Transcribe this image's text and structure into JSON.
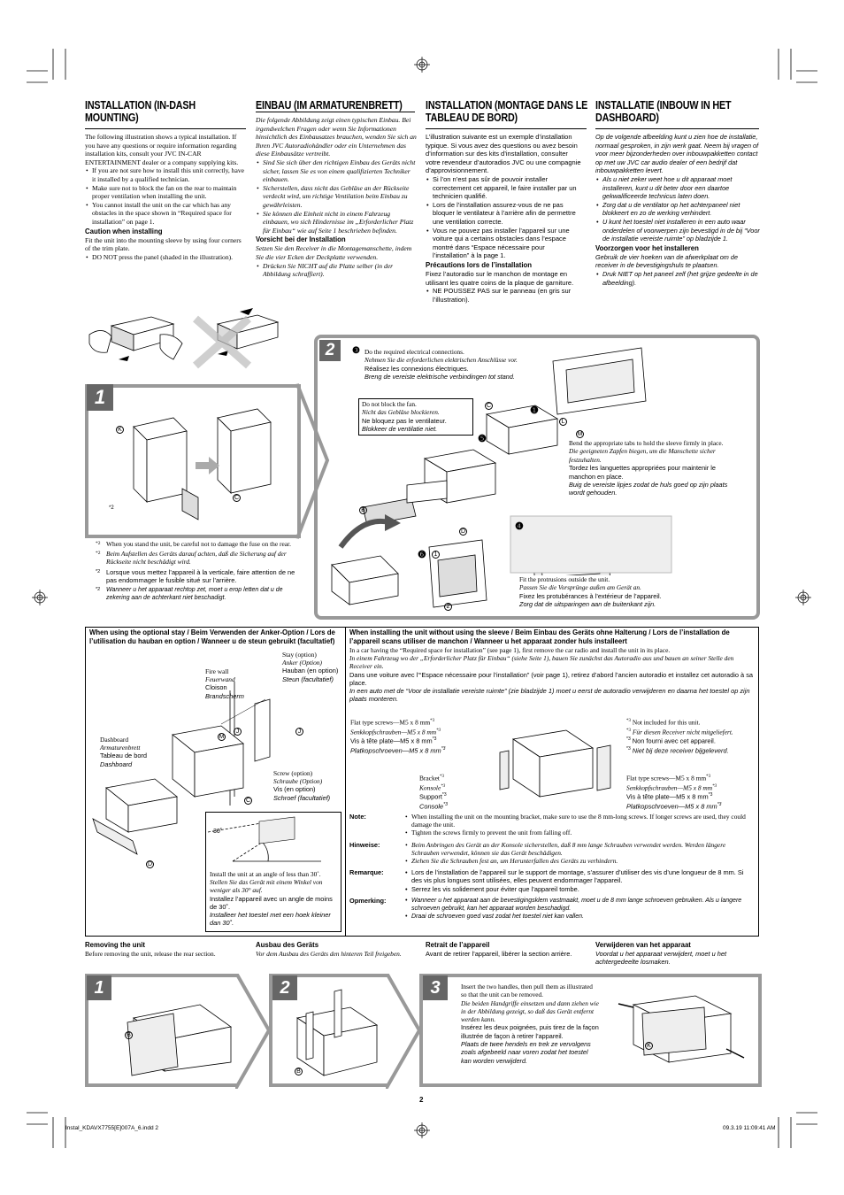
{
  "headings": {
    "en": "INSTALLATION (IN-DASH MOUNTING)",
    "de": "EINBAU (IM ARMATURENBRETT)",
    "fr": "INSTALLATION (MONTAGE DANS LE TABLEAU DE BORD)",
    "nl": "INSTALLATIE (INBOUW IN HET DASHBOARD)"
  },
  "col_en": {
    "intro": "The following illustration shows a typical installation. If you have any questions or require information regarding installation kits, consult your JVC IN-CAR ENTERTAINMENT dealer or a company supplying kits.",
    "b1": "If you are not sure how to install this unit correctly, have it installed by a qualified technician.",
    "b2": "Make sure not to block the fan on the rear to maintain proper ventilation when installing the unit.",
    "b3": "You cannot install the unit on the car which has any obstacles in the space shown in “Required space for installation” on page 1.",
    "caution_title": "Caution when installing",
    "caution": "Fit the unit into the mounting sleeve by using four corners of the trim plate.",
    "b4": "DO NOT press the panel (shaded in the illustration)."
  },
  "col_de": {
    "intro": "Die folgende Abbildung zeigt einen typischen Einbau. Bei irgendwelchen Fragen oder wenn Sie Informationen hinsichtlich des Einbausatzes brauchen, wenden Sie sich an Ihren JVC Autoradiohändler oder ein Unternehmen das diese Einbausätze vertreibt.",
    "b1": "Sind Sie sich über den richtigen Einbau des Geräts nicht sicher, lassen Sie es von einem qualifizierten Techniker einbauen.",
    "b2": "Sicherstellen, dass nicht das Gebläse an der Rückseite verdeckt wird, um richtige Ventilation beim Einbau zu gewährleisten.",
    "b3": "Sie können die Einheit nicht in einem Fahrzeug einbauen, wo sich Hindernisse im „Erforderlicher Platz für Einbau“ wie auf Seite 1 beschrieben befinden.",
    "caution_title": "Vorsicht bei der Installation",
    "caution": "Setzen Sie den Receiver in die Montagemanschette, indem Sie die vier Ecken der Deckplatte verwenden.",
    "b4": "Drücken Sie NICHT auf die Platte selber (in der Abbildung schraffiert)."
  },
  "col_fr": {
    "intro": "L’illustration suivante est un exemple d’installation typique. Si vous avez des questions ou avez besoin d’information sur des kits d’installation, consulter votre revendeur d’autoradios JVC ou une compagnie d’approvisionnement.",
    "b1": "Si l’on n’est pas sûr de pouvoir installer correctement cet appareil, le faire installer par un technicien qualifié.",
    "b2": "Lors de l’installation assurez-vous de ne pas bloquer le ventilateur à l’arrière afin de permettre une ventilation correcte.",
    "b3": "Vous ne pouvez pas installer l’appareil sur une voiture qui a certains obstacles dans l’espace montré dans “Espace nécessaire pour l’installation” à la page 1.",
    "caution_title": "Précautions lors de l’installation",
    "caution": "Fixez l’autoradio sur le manchon de montage en utilisant les quatre coins de la plaque de garniture.",
    "b4": "NE POUSSEZ PAS sur le panneau (en gris sur l’illustration)."
  },
  "col_nl": {
    "intro": "Op de volgende afbeelding kunt u zien hoe de installatie, normaal gesproken, in zijn werk gaat. Neem bij vragen of voor meer bijzonderheden over inbouwpakketten contact op met uw JVC car audio dealer of een bedrijf dat inbouwpakketten levert.",
    "b1": "Als u niet zeker weet hoe u dit apparaat moet installeren, kunt u dit beter door een daartoe gekwalificeerde technicus laten doen.",
    "b2": "Zorg dat u de ventilator op het achterpaneel niet blokkeert en zo de werking verhindert.",
    "b3": "U kunt het toestel niet installeren in een auto waar onderdelen of voorwerpen zijn bevestigd in de bij “Voor de installatie vereiste ruimte” op bladzijde 1.",
    "caution_title": "Voorzorgen voor het installeren",
    "caution": "Gebruik de vier hoeken van de afwerkplaat om de receiver in de bevestigingshuls te plaatsen.",
    "b4": "Druk NIET op het paneel zelf (het grijze gedeelte in de afbeelding)."
  },
  "steps": {
    "s1": "1",
    "s2": "2",
    "s3": "3",
    "n3": "❸",
    "n4": "❹",
    "n5": "❺",
    "n6": "❻",
    "n1": "❶",
    "n2": "❷"
  },
  "fig1": {
    "fuse_en": "When you stand the unit, be careful not to damage the fuse on the rear.",
    "fuse_de": "Beim Aufstellen des Geräts darauf achten, daß die Sicherung auf der Rückseite nicht beschädigt wird.",
    "fuse_fr": "Lorsque vous mettez l’appareil à la verticale, faire attention de ne pas endommager le fusible situé sur l’arrière.",
    "fuse_nl": "Wanneer u het apparaat rechtop zet, moet u erop letten dat u de zekering aan de achterkant niet beschadigt.",
    "star": "*2"
  },
  "fig2": {
    "elec_en": "Do the required electrical connections.",
    "elec_de": "Nehmen Sie die erforderlichen elektrischen Anschlüsse vor.",
    "elec_fr": "Réalisez les connexions électriques.",
    "elec_nl": "Breng de vereiste elektrische verbindingen tot stand.",
    "fan_en": "Do not block the fan.",
    "fan_de": "Nicht das Gebläse blockieren.",
    "fan_fr": "Ne bloquez pas le ventilateur.",
    "fan_nl": "Blokkeer de ventilatie niet.",
    "tab_en": "Bend the appropriate tabs to hold the sleeve firmly in place.",
    "tab_de": "Die geeigneten Zapfen biegen, um die Manschette sicher festzuhalten.",
    "tab_fr": "Tordez les languettes appropriées pour maintenir le manchon en place.",
    "tab_nl": "Buig de vereiste lipjes zodat de huls goed op zijn plaats wordt gehouden.",
    "prot_en": "Fit the protrusions outside the unit.",
    "prot_de": "Passen Sie die Vorsprünge außen am Gerät an.",
    "prot_fr": "Fixez les protubérances à l’extérieur de l’appareil.",
    "prot_nl": "Zorg dat de uitsparingen aan de buitenkant zijn."
  },
  "stay": {
    "title": "When using the optional stay / Beim Verwenden der Anker-Option / Lors de l’utilisation du hauban en option / Wanneer u de steun gebruikt (facultatief)",
    "fire_en": "Fire wall",
    "fire_de": "Feuerwand",
    "fire_fr": "Cloison",
    "fire_nl": "Brandscherm",
    "stay_en": "Stay (option)",
    "stay_de": "Anker (Option)",
    "stay_fr": "Hauban (en option)",
    "stay_nl": "Steun (facultatief)",
    "dash_en": "Dashboard",
    "dash_de": "Armaturenbrett",
    "dash_fr": "Tableau de bord",
    "dash_nl": "Dashboard",
    "screw_en": "Screw (option)",
    "screw_de": "Schraube (Option)",
    "screw_fr": "Vis (en option)",
    "screw_nl": "Schroef (facultatief)",
    "angle": "30˚",
    "ang_en": "Install the unit at an angle of less than 30˚.",
    "ang_de": "Stellen Sie das Gerät mit einem Winkel von weniger als 30° auf.",
    "ang_fr": "Installez l’appareil avec un angle de moins de 30˚.",
    "ang_nl": "Installeer het toestel met een hoek kleiner dan 30˚."
  },
  "nosleeve": {
    "title": "When installing the unit without using the sleeve / Beim Einbau des Geräts ohne Halterung / Lors de l’installation de l’appareil scans utiliser de manchon / Wanneer u het apparaat zonder huls installeert",
    "p_en": "In a car having the “Required space for installation” (see page 1), first remove the car radio and install the unit in its place.",
    "p_de": "In einem Fahrzeug wo der „Erforderlicher Platz für Einbau“ (siehe Seite 1), bauen Sie zunächst das Autoradio aus und bauen an seiner Stelle den Receiver ein.",
    "p_fr": "Dans une voiture avec l’“Espace nécessaire pour l’installation” (voir page 1), retirez d’abord l’ancien autoradio et installez cet autoradio à sa place.",
    "p_nl": "In een auto met de “Voor de installatie vereiste ruimte” (zie bladzijde 1) moet u eerst de autoradio verwijderen en daarna het toestel op zijn plaats monteren.",
    "fs_en": "Flat type screws—M5 x 8 mm",
    "fs_de": "Senkkopfschrauben—M5 x 8 mm",
    "fs_fr": "Vis à tête plate—M5 x 8 mm",
    "fs_nl": "Platkopschroeven—M5 x 8 mm",
    "sup": "*3",
    "br_en": "Bracket",
    "br_de": "Konsole",
    "br_fr": "Support",
    "br_nl": "Console",
    "ni_en": "Not included for this unit.",
    "ni_de": "Für diesen Receiver nicht mitgeliefert.",
    "ni_fr": "Non fourni avec cet appareil.",
    "ni_nl": "Niet bij deze receiver bijgeleverd.",
    "note_k": "Note:",
    "note_1": "When installing the unit on the mounting bracket, make sure to use the 8 mm-long screws. If longer screws are used, they could damage the unit.",
    "note_2": "Tighten the screws firmly to prevent the unit from falling off.",
    "hin_k": "Hinweise:",
    "hin_1": "Beim Anbringen des Gerät an der Konsole sicherstellen, daß 8 mm lange Schrauben verwendet werden. Werden längere Schrauben verwendet, können sie das Gerät beschädigen.",
    "hin_2": "Ziehen Sie die Schrauben fest an, um Herunterfallen des Geräts zu verhindern.",
    "rem_k": "Remarque:",
    "rem_1": "Lors de l’installation de l’appareil sur le support de montage, s’assurer d’utiliser des vis d’une longueur de 8 mm. Si des vis plus longues sont utilisées, elles peuvent endommager l’appareil.",
    "rem_2": "Serrez les vis solidement pour éviter que l’appareil tombe.",
    "op_k": "Opmerking:",
    "op_1": "Wanneer u het apparaat aan de bevestigingsklem vastmaakt, moet u de 8 mm lange schroeven gebruiken. Als u langere schroeven gebruikt, kan het apparaat worden beschadigd.",
    "op_2": "Draai de schroeven goed vast zodat het toestel niet kan vallen."
  },
  "removing": {
    "t_en": "Removing the unit",
    "p_en": "Before removing the unit, release the rear section.",
    "t_de": "Ausbau des Geräts",
    "p_de": "Vor dem Ausbau des Geräts den hinteren Teil freigeben.",
    "t_fr": "Retrait de l’appareil",
    "p_fr": "Avant de retirer l’appareil, libérer la section arrière.",
    "t_nl": "Verwijderen van het apparaat",
    "p_nl": "Voordat u het apparaat verwijdert, moet u het achtergedeelte losmaken.",
    "h_en": "Insert the two handles, then pull them as illustrated so that the unit can be removed.",
    "h_de": "Die beiden Handgriffe einsetzen und dann ziehen wie in der Abbildung gezeigt, so daß das Gerät entfernt werden kann.",
    "h_fr": "Insérez les deux poignées, puis tirez de la façon illustrée de façon à retirer l’appareil.",
    "h_nl": "Plaats de twee hendels en trek ze vervolgens zoals afgebeeld naar voren zodat het toestel kan worden verwijderd."
  },
  "letters": {
    "K": "K",
    "C": "C",
    "B": "B",
    "D": "D",
    "L": "L",
    "M": "M",
    "J": "J",
    "one": "1",
    "two": "2"
  },
  "footer": {
    "page": "2",
    "file": "Instal_KDAVX7755[E]007A_6.indd   2",
    "date": "09.3.19   11:09:41 AM"
  }
}
